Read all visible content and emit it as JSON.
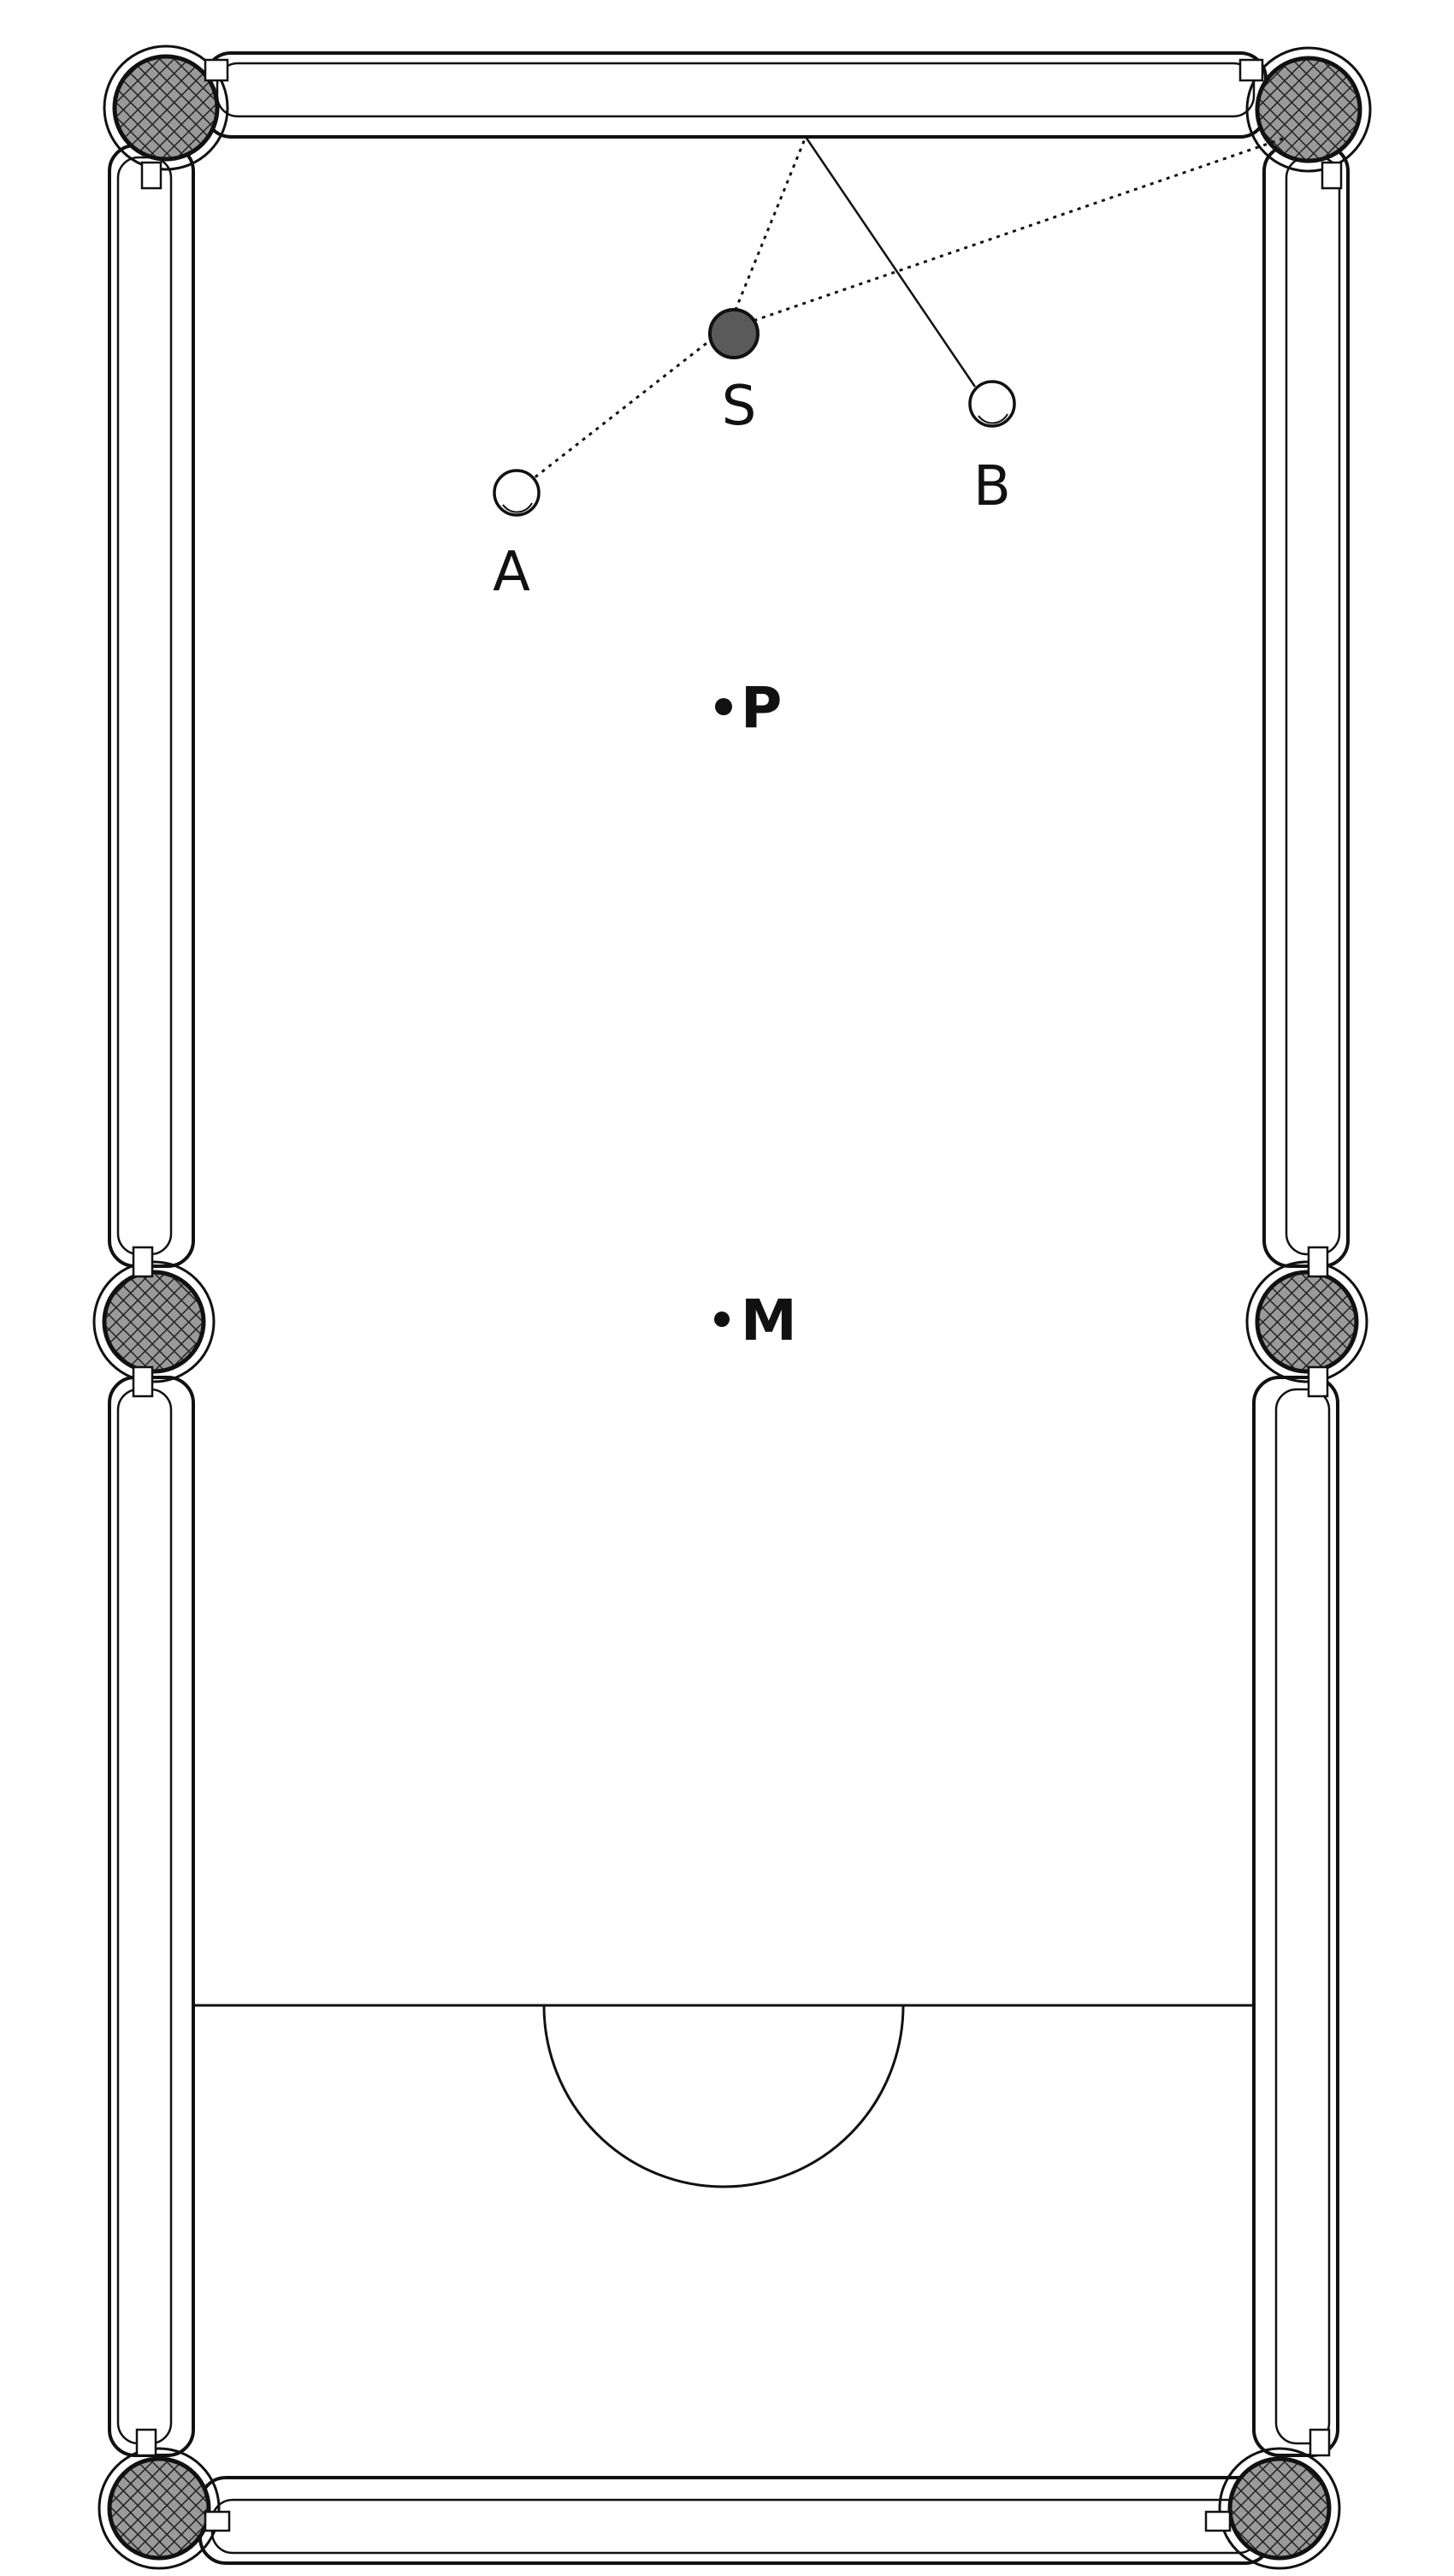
{
  "diagram": {
    "type": "billiard-table-plan",
    "labels": {
      "ball_a": "A",
      "ball_s": "S",
      "ball_b": "B",
      "spot_p": "P",
      "spot_m": "M"
    },
    "pockets": [
      "top-left",
      "top-right",
      "middle-left",
      "middle-right",
      "bottom-left",
      "bottom-right"
    ],
    "lines": [
      {
        "from": "A",
        "to": "S",
        "style": "dotted"
      },
      {
        "from": "S",
        "to": "top-cushion",
        "style": "dotted"
      },
      {
        "from": "S",
        "to": "top-right-pocket",
        "style": "dotted"
      },
      {
        "from": "top-cushion",
        "to": "B",
        "style": "solid"
      }
    ],
    "colors": {
      "ink": "#111111",
      "paper": "#ffffff",
      "object_ball": "#5a5a5a"
    }
  }
}
